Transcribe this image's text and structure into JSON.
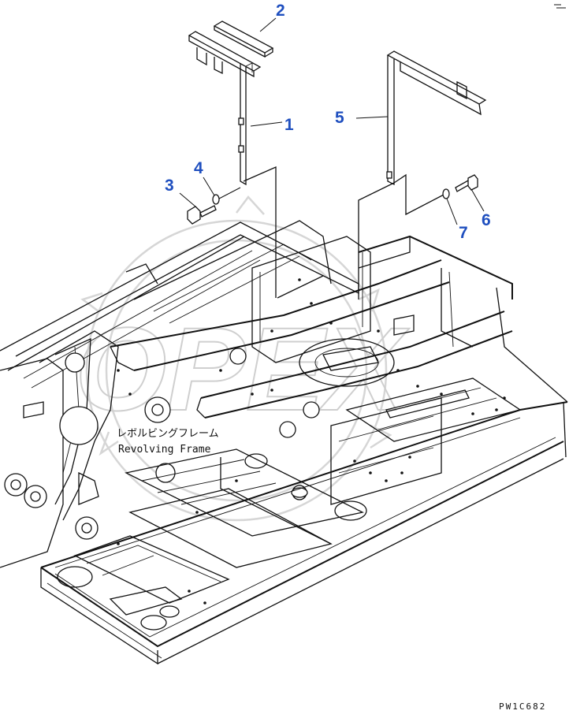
{
  "callouts": [
    {
      "id": "1",
      "label": "1"
    },
    {
      "id": "2",
      "label": "2"
    },
    {
      "id": "3",
      "label": "3"
    },
    {
      "id": "4",
      "label": "4"
    },
    {
      "id": "5",
      "label": "5"
    },
    {
      "id": "6",
      "label": "6"
    },
    {
      "id": "7",
      "label": "7"
    }
  ],
  "caption": {
    "japanese": "レボルビングフレーム",
    "english": "Revolving Frame"
  },
  "drawing_code": "PW1C682",
  "watermark": "OPEX",
  "colors": {
    "callout": "#1f4fbf",
    "line": "#111111",
    "watermark": "#d0d0d0"
  }
}
